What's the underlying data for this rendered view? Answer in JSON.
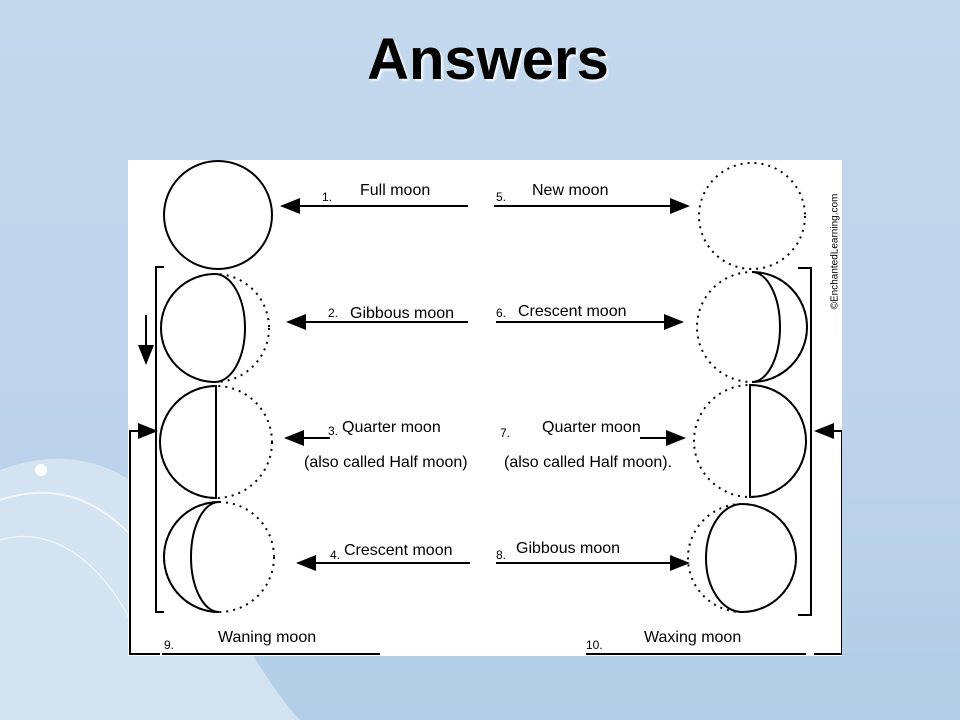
{
  "slide": {
    "title": "Answers"
  },
  "diagram": {
    "copyright": "©EnchantedLearning.com",
    "phases": [
      {
        "number": "1.",
        "name": "Full moon"
      },
      {
        "number": "2.",
        "name": "Gibbous moon"
      },
      {
        "number": "3.",
        "name": "Quarter moon",
        "note": "(also called Half moon)"
      },
      {
        "number": "4.",
        "name": "Crescent moon"
      },
      {
        "number": "5.",
        "name": "New moon"
      },
      {
        "number": "6.",
        "name": "Crescent moon"
      },
      {
        "number": "7.",
        "name": "Quarter moon",
        "note": "(also called Half moon)."
      },
      {
        "number": "8.",
        "name": "Gibbous moon"
      }
    ],
    "groups": [
      {
        "number": "9.",
        "name": "Waning moon"
      },
      {
        "number": "10.",
        "name": "Waxing moon"
      }
    ]
  },
  "colors": {
    "background": "#c4d8ec",
    "ink": "#000000",
    "figure": "#ffffff"
  }
}
